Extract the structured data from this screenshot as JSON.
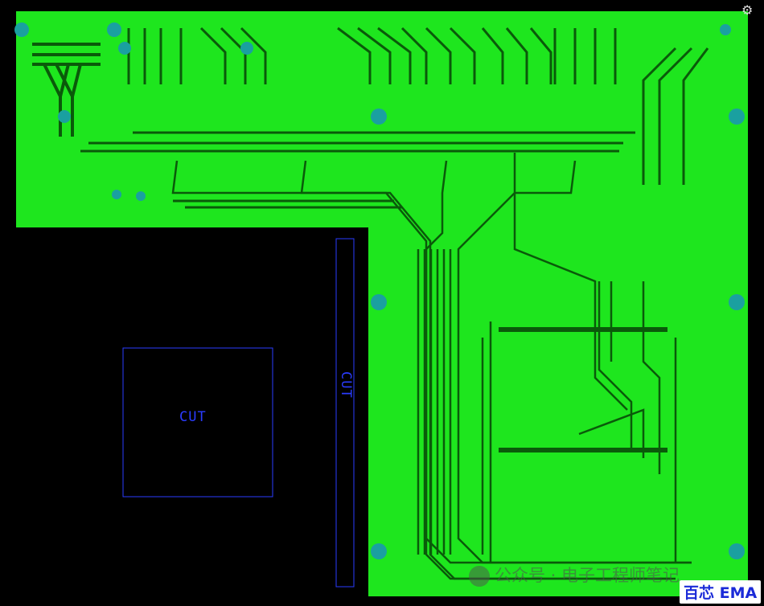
{
  "colors": {
    "board_fill": "#1ee61e",
    "trace": "#0a5a0a",
    "via": "#1aa0a0",
    "cut_outline": "#2a3cff",
    "background": "#000000"
  },
  "cutouts": [
    {
      "label": "CUT"
    },
    {
      "label": "CUT"
    }
  ],
  "footer": {
    "watermark": "公众号 · 电子工程师笔记",
    "brand": "百芯 EMA"
  },
  "icons": {
    "corner": "gear-icon",
    "watermark": "wechat-icon"
  }
}
